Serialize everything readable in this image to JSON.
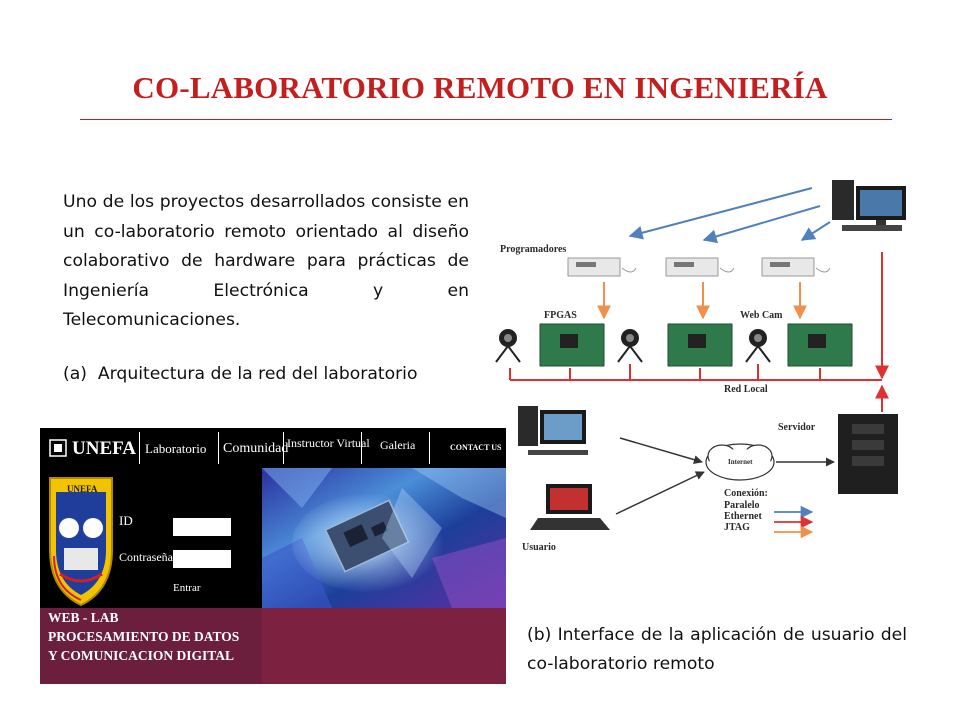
{
  "slide": {
    "title": "CO-LABORATORIO REMOTO EN INGENIERÍA",
    "paragraph": "Uno de los proyectos desarrollados consiste en un co-laboratorio remoto orientado al diseño colaborativo de hardware para prácticas de Ingeniería Electrónica y en Telecomunicaciones.",
    "caption_a_marker": "(a)",
    "caption_a_text": "Arquitectura de la red del laboratorio",
    "caption_b": "(b) Interface de la aplicación de usuario del co-laboratorio remoto"
  },
  "weblab": {
    "logo_text": "UNEFA",
    "nav": [
      "Laboratorio",
      "Comunidad",
      "Instructor Virtual",
      "Galeria",
      "CONTACT US"
    ],
    "seal_text": "UNEFA",
    "id_label": "ID",
    "password_label": "Contraseña",
    "enter_label": "Entrar",
    "footer_lines": [
      "WEB - LAB",
      "PROCESAMIENTO DE DATOS",
      "Y COMUNICACION DIGITAL"
    ],
    "colors": {
      "footer": "#6b1f3c",
      "nav": "#000000"
    }
  },
  "diagram": {
    "labels": {
      "programadores": "Programadores",
      "fpgas": "FPGAS",
      "webcam": "Web Cam",
      "red_local": "Red Local",
      "servidor": "Servidor",
      "internet": "Internet",
      "conexion": "Conexión:",
      "paralelo": "Paralelo",
      "ethernet": "Ethernet",
      "jtag": "JTAG",
      "usuario": "Usuario"
    },
    "colors": {
      "paralelo": "#4f81bd",
      "ethernet": "#e03030",
      "jtag": "#f0904a"
    }
  }
}
